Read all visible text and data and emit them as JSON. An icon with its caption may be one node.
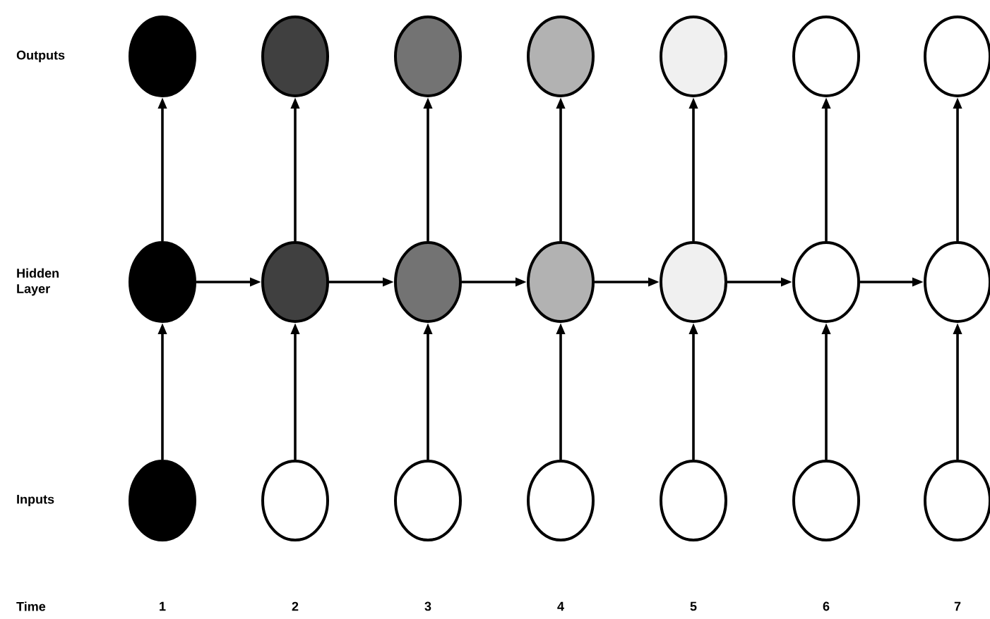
{
  "diagram": {
    "nodes": [
      {
        "text": [],
        "shape": "circle"
      },
      {
        "text": [],
        "shape": "circle"
      },
      {
        "text": [],
        "shape": "circle"
      },
      {
        "text": [],
        "shape": "circle"
      },
      {
        "text": [],
        "shape": "circle"
      },
      {
        "text": [],
        "shape": "circle"
      },
      {
        "text": [],
        "shape": "circle"
      },
      {
        "text": [],
        "shape": "circle"
      },
      {
        "text": [],
        "shape": "circle"
      },
      {
        "text": [],
        "shape": "circle"
      },
      {
        "text": [],
        "shape": "circle"
      },
      {
        "text": [],
        "shape": "circle"
      },
      {
        "text": [],
        "shape": "circle"
      },
      {
        "text": [],
        "shape": "circle"
      },
      {
        "text": [],
        "shape": "circle"
      },
      {
        "text": [],
        "shape": "circle"
      },
      {
        "text": [],
        "shape": "circle"
      },
      {
        "text": [],
        "shape": "circle"
      },
      {
        "text": [],
        "shape": "circle"
      },
      {
        "text": [],
        "shape": "circle"
      },
      {
        "text": [],
        "shape": "circle"
      }
    ],
    "edges": [
      {
        "from": 7,
        "to": 0,
        "arrow": "to"
      },
      {
        "from": 8,
        "to": 1,
        "arrow": "to"
      },
      {
        "from": 9,
        "to": 2,
        "arrow": "to"
      },
      {
        "from": 10,
        "to": 3,
        "arrow": "to"
      },
      {
        "from": 11,
        "to": 4,
        "arrow": "to"
      },
      {
        "from": 12,
        "to": 5,
        "arrow": "to"
      },
      {
        "from": 13,
        "to": 6,
        "arrow": "to"
      },
      {
        "from": 7,
        "to": 8,
        "arrow": "to"
      },
      {
        "from": 8,
        "to": 9,
        "arrow": "to"
      },
      {
        "from": 9,
        "to": 10,
        "arrow": "to"
      },
      {
        "from": 10,
        "to": 11,
        "arrow": "to"
      },
      {
        "from": 11,
        "to": 12,
        "arrow": "to"
      },
      {
        "from": 12,
        "to": 13,
        "arrow": "to"
      },
      {
        "from": 14,
        "to": 7,
        "arrow": "to"
      },
      {
        "from": 15,
        "to": 8,
        "arrow": "to"
      },
      {
        "from": 16,
        "to": 9,
        "arrow": "to"
      },
      {
        "from": 17,
        "to": 10,
        "arrow": "to"
      },
      {
        "from": 18,
        "to": 11,
        "arrow": "to"
      },
      {
        "from": 19,
        "to": 12,
        "arrow": "to"
      },
      {
        "from": 20,
        "to": 13,
        "arrow": "to"
      }
    ],
    "labels": [
      "Outputs",
      "Hidden Layer",
      "Inputs",
      "Time",
      "1",
      "2",
      "3",
      "4",
      "5",
      "6",
      "7"
    ]
  }
}
